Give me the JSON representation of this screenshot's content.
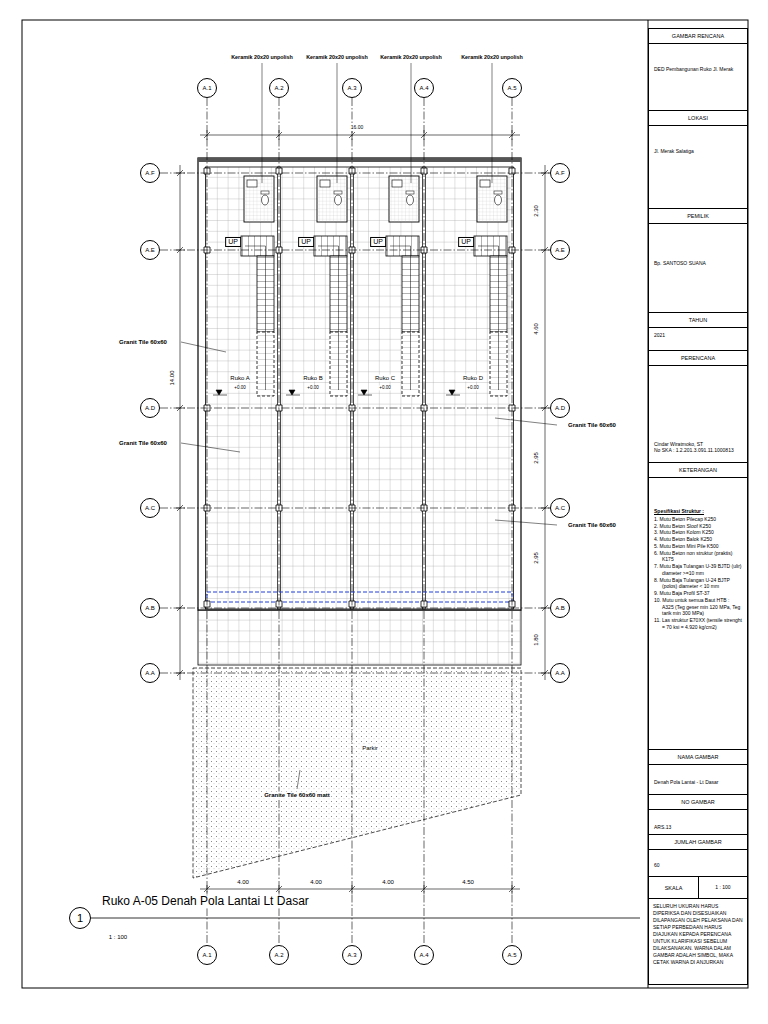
{
  "diagram": {
    "title": "Ruko A-05 Denah Pola Lantai Lt Dasar",
    "nodes": [
      {
        "text": [
          "A.1"
        ]
      },
      {
        "text": [
          "A.2"
        ]
      },
      {
        "text": [
          "A.3"
        ]
      },
      {
        "text": [
          "A.4"
        ]
      },
      {
        "text": [
          "A.5"
        ]
      },
      {
        "text": [
          "A.1"
        ]
      },
      {
        "text": [
          "A.2"
        ]
      },
      {
        "text": [
          "A.3"
        ]
      },
      {
        "text": [
          "A.4"
        ]
      },
      {
        "text": [
          "A.5"
        ]
      },
      {
        "text": [
          "A.F"
        ]
      },
      {
        "text": [
          "A.E"
        ]
      },
      {
        "text": [
          "A.D"
        ]
      },
      {
        "text": [
          "A.C"
        ]
      },
      {
        "text": [
          "A.B"
        ]
      },
      {
        "text": [
          "A.A"
        ]
      },
      {
        "text": [
          "A.F"
        ]
      },
      {
        "text": [
          "A.E"
        ]
      },
      {
        "text": [
          "A.D"
        ]
      },
      {
        "text": [
          "A.C"
        ]
      },
      {
        "text": [
          "A.B"
        ]
      },
      {
        "text": [
          "A.A"
        ]
      },
      {
        "text": [
          "1"
        ]
      },
      {
        "text": [
          "GAMBAR RENCANA",
          "DED Pembangunan Ruko Jl. Merak"
        ]
      },
      {
        "text": [
          "LOKASI",
          "Jl. Merak Salatiga"
        ]
      },
      {
        "text": [
          "PEMILIK",
          "Bp. SANTOSO SUANA"
        ]
      },
      {
        "text": [
          "TAHUN",
          "2021"
        ]
      },
      {
        "text": [
          "PERENCANA",
          "Cindar Wiratmoko, ST",
          "No SKA : 1.2.201.3.091.11.1000813"
        ]
      },
      {
        "text": [
          "KETERANGAN",
          "Spesifikasi Struktur :",
          "1. Mutu Beton Pilecap K250",
          "2. Mutu Beton Sloof K250",
          "3. Mutu Beton Kolom K250",
          "4. Mutu Beton Balok K250",
          "5. Mutu Beton Mini Pile K500",
          "6. Mutu Beton non struktur (praktis) K175",
          "7. Mutu Baja Tulangan U-39 BJTD (ulir) diameter >=10 mm",
          "8. Mutu Baja Tulangan U-24 BJTP (polos) diameter < 10 mm",
          "9. Mutu Baja Profil ST-37",
          "10. Mutu untuk semua Baut HTB : A325 (Teg geser min 120 MPa, Teg tarik min 300 MPa)",
          "11. Las struktur E70XX (tensile strenght = 70 ksi = 4.920 kg/cm2)"
        ]
      },
      {
        "text": [
          "NAMA GAMBAR",
          "Denah Pola Lantai - Lt Dasar"
        ]
      },
      {
        "text": [
          "NO GAMBAR",
          "ARS.13"
        ]
      },
      {
        "text": [
          "JUMLAH GAMBAR",
          "60"
        ]
      },
      {
        "text": [
          "SKALA",
          "1 : 100"
        ]
      },
      {
        "text": [
          "SELURUH UKURAN HARUS DIPERIKSA DAN DISESUAIKAN DILAPANGAN OLEH PELAKSANA DAN SETIAP PERBEDAAN HARUS DIAJUKAN KEPADA PERENCANA UNTUK KLARIFIKASI SEBELUM DILAKSANAKAN. WARNA DALAM GAMBAR ADALAH SIMBOL, MAKA CETAK WARNA DI ANJURKAN"
        ]
      }
    ],
    "edges": [
      {
        "from": 0,
        "to": 5,
        "arrow": "none"
      },
      {
        "from": 1,
        "to": 6,
        "arrow": "none"
      },
      {
        "from": 2,
        "to": 7,
        "arrow": "none"
      },
      {
        "from": 3,
        "to": 8,
        "arrow": "none"
      },
      {
        "from": 4,
        "to": 9,
        "arrow": "none"
      },
      {
        "from": 10,
        "to": 16,
        "arrow": "none"
      },
      {
        "from": 11,
        "to": 17,
        "arrow": "none"
      },
      {
        "from": 12,
        "to": 18,
        "arrow": "none"
      },
      {
        "from": 13,
        "to": 19,
        "arrow": "none"
      },
      {
        "from": 14,
        "to": 20,
        "arrow": "none"
      },
      {
        "from": 15,
        "to": 21,
        "arrow": "none"
      }
    ],
    "labels": [
      "Keramik 20x20 unpolish",
      "Keramik 20x20 unpolish",
      "Keramik 20x20 unpolish",
      "Keramik 20x20 unpolish",
      "16.00",
      "2.30",
      "4.60",
      "2.95",
      "2.95",
      "1.80",
      "14.00",
      "4.00",
      "4.00",
      "4.00",
      "4.50",
      "Granit Tile 60x60",
      "Granit Tile 60x60",
      "Granit Tile 60x60",
      "Granit Tile 60x60",
      "Granite Tile 60x60 matt",
      "Parkir",
      "Ruko A",
      "+0.00",
      "Ruko B",
      "+0.00",
      "Ruko C",
      "+0.00",
      "Ruko D",
      "+0.00",
      "UP",
      "UP",
      "UP",
      "UP",
      "1 : 100"
    ]
  }
}
